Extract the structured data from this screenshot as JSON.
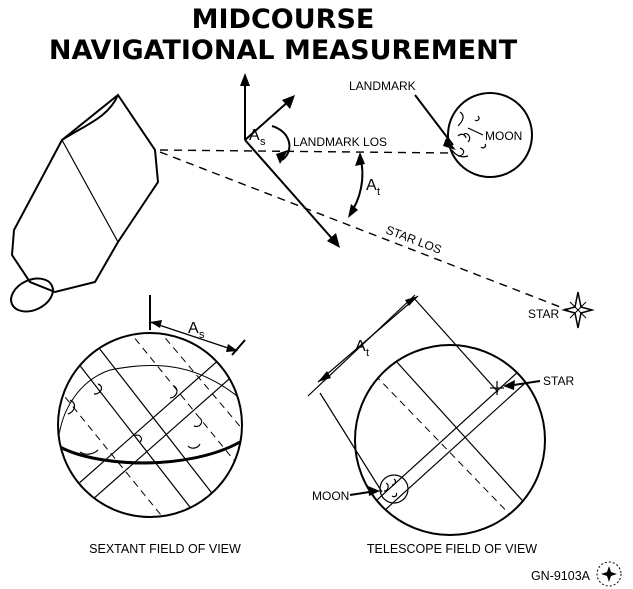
{
  "title": {
    "line1": "MIDCOURSE",
    "line2": "NAVIGATIONAL MEASUREMENT"
  },
  "labels": {
    "landmark": "LANDMARK",
    "moon_top": "MOON",
    "landmark_los": "LANDMARK LOS",
    "star_los": "STAR LOS",
    "star_right": "STAR",
    "as_top": "A",
    "as_top_sub": "s",
    "at_top": "A",
    "at_top_sub": "t",
    "as_sextant": "A",
    "as_sextant_sub": "s",
    "at_telescope": "A",
    "at_telescope_sub": "t",
    "telescope_star": "STAR",
    "telescope_moon": "MOON"
  },
  "captions": {
    "sextant": "SEXTANT FIELD OF VIEW",
    "telescope": "TELESCOPE FIELD OF VIEW"
  },
  "figure_id": "GN-9103A",
  "icons": {
    "star_marker": "star-icon",
    "logo": "star-seal-icon"
  },
  "colors": {
    "ink": "#000000",
    "background": "#ffffff"
  }
}
